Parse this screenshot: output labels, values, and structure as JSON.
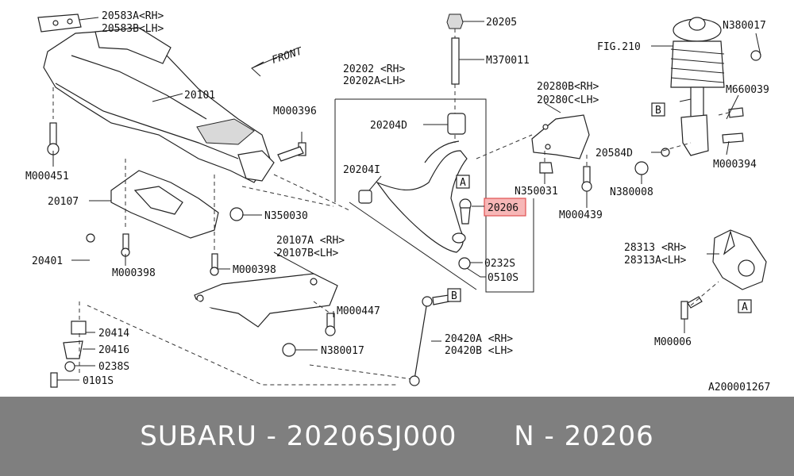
{
  "colors": {
    "highlight_fill": "#f7b7b7",
    "highlight_stroke": "#e05050",
    "footer_bg": "#7f7f7f",
    "footer_text": "#ffffff"
  },
  "labels": {
    "crossmember_bracket": "20583A<RH>",
    "crossmember_bracket_lh": "20583B<LH>",
    "front": "FRONT",
    "crossmember": "20101",
    "bolt_m000396": "M000396",
    "bolt_m000451": "M000451",
    "support_plate": "20107",
    "nut_n350030": "N350030",
    "stabilizer": "20401",
    "bolt_m000398_a": "M000398",
    "bolt_m000398_b": "M000398",
    "support_front": "20107A <RH>",
    "support_front_lh": "20107B<LH>",
    "bolt_m000447": "M000447",
    "bushing_20414": "20414",
    "clamp_20416": "20416",
    "washer_0238s": "0238S",
    "bolt_0101s": "0101S",
    "nut_n380017_a": "N380017",
    "nut_20205": "20205",
    "bolt_m370011": "M370011",
    "arm": "20202 <RH>",
    "arm_lh": "20202A<LH>",
    "bushing_20204d": "20204D",
    "bushing_20204i": "20204I",
    "ref_a_1": "A",
    "ball_joint": "20206",
    "nut_0232s": "0232S",
    "pin_0510s": "0510S",
    "bracket_rh": "20280B<RH>",
    "bracket_lh": "20280C<LH>",
    "nut_n350031": "N350031",
    "bolt_m000439": "M000439",
    "link_rh": "20420A <RH>",
    "link_lh": "20420B <LH>",
    "ref_b_1": "B",
    "fig": "FIG.210",
    "nut_n380017_b": "N380017",
    "ref_b_2": "B",
    "bolt_m660039": "M660039",
    "washer_20584d": "20584D",
    "bolt_m000394": "M000394",
    "nut_n380008": "N380008",
    "knuckle_rh": "28313 <RH>",
    "knuckle_lh": "28313A<LH>",
    "ref_a_2": "A",
    "bolt_m00006": "M00006",
    "drawing_code": "A200001267"
  },
  "footer": {
    "brand": "SUBARU",
    "dash1": "-",
    "part_number": "20206SJ000",
    "position_code": "N",
    "dash2": "-",
    "ref_number": "20206"
  }
}
